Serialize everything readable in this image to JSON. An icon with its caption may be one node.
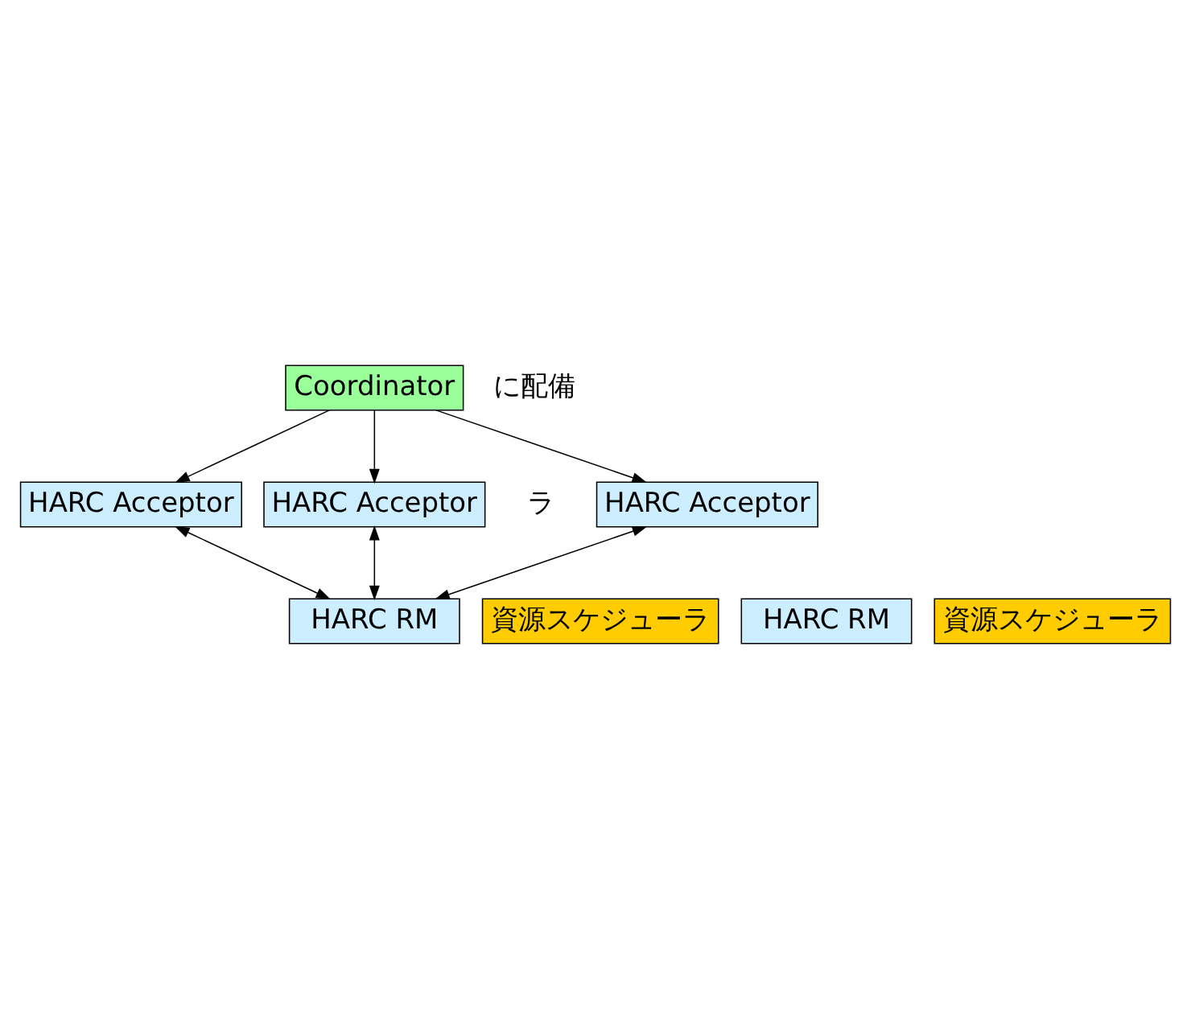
{
  "diagram": {
    "nodes": [
      {
        "text": [
          "Coordinator"
        ]
      },
      {
        "text": [
          "HARC Acceptor"
        ]
      },
      {
        "text": [
          "HARC Acceptor"
        ]
      },
      {
        "text": [
          "HARC Acceptor"
        ]
      },
      {
        "text": [
          "HARC RM"
        ]
      },
      {
        "text": [
          "資源スケジューラ"
        ]
      },
      {
        "text": [
          "HARC RM"
        ]
      },
      {
        "text": [
          "資源スケジューラ"
        ]
      }
    ],
    "edges": [
      {
        "from": 0,
        "to": 1,
        "arrow": "to"
      },
      {
        "from": 0,
        "to": 2,
        "arrow": "to"
      },
      {
        "from": 0,
        "to": 3,
        "arrow": "to"
      },
      {
        "from": 1,
        "to": 4,
        "arrow": "both"
      },
      {
        "from": 2,
        "to": 4,
        "arrow": "both"
      },
      {
        "from": 3,
        "to": 4,
        "arrow": "both"
      }
    ],
    "labels": [
      "に配備",
      "ラ"
    ]
  }
}
